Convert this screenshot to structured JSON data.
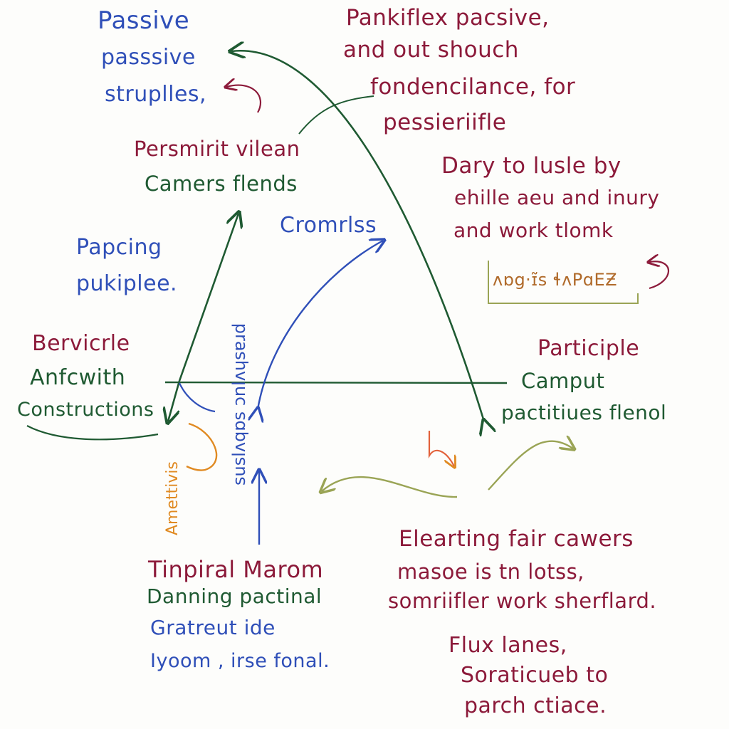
{
  "colors": {
    "green": "#1f5a32",
    "blue": "#2f4fb8",
    "red": "#8c1a3a",
    "orange": "#e08a22",
    "olive": "#9aa455"
  },
  "text": {
    "passive_1": "Passive",
    "passive_2": "passsive",
    "passive_3": "struplles,",
    "pankiflex_1": "Pankiflex pacsive,",
    "pankiflex_2": "and out shouch",
    "fond_1": "fondencilance, for",
    "fond_2": "pessieriifle",
    "persmirit": "Persmirit vilean",
    "camers": "Camers flends",
    "dary_1": "Dary to lusle by",
    "dary_2": "ehille aeu and inury",
    "dary_3": "and work tlomk",
    "cromrlss": "Cromrlss",
    "papcing_1": "Papcing",
    "papcing_2": "pukiplee.",
    "small_label": "ʌɒg·ɪ̃s ɬʌPɑEƵ",
    "vertical_1": "suslʌqɒs ɔnlʌɥsɐɹd",
    "bervicrle_1": "Bervicrle",
    "bervicrle_2": "Anfcwith",
    "bervicrle_3": "Constructions",
    "participle_1": "Participle",
    "participle_2": "Camput",
    "participle_3": "pactitiues flenol",
    "orange_vertical": "Amettivis",
    "tinpiral_1": "Tinpiral Marom",
    "tinpiral_2": "Danning pactinal",
    "tinpiral_3": "Gratreut ide",
    "tinpiral_4": "Iyoom , irse fonal.",
    "elearting_1": "Elearting fair cawers",
    "elearting_2": "masoe is tn lotss,",
    "elearting_3": "somriifler work sherflard.",
    "flux_1": "Flux lanes,",
    "flux_2": "Soraticueb to",
    "flux_3": "parch ctiace."
  }
}
